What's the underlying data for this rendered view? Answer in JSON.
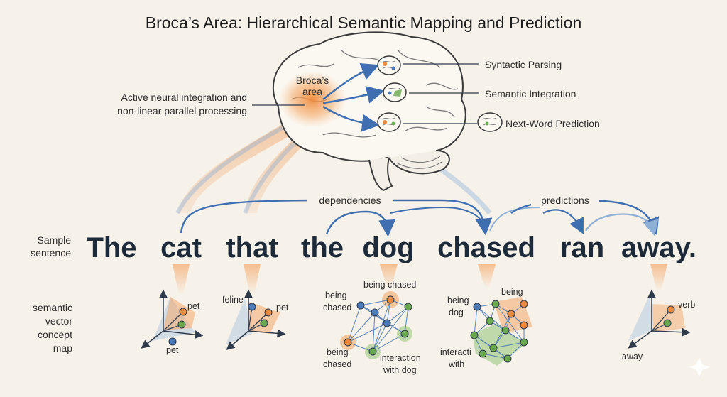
{
  "title": "Broca’s Area: Hierarchical Semantic Mapping and Prediction",
  "brain": {
    "region_label_line1": "Broca’s",
    "region_label_line2": "area",
    "note_line1": "Active neural integration and",
    "note_line2": "non-linear parallel processing",
    "functions": [
      "Syntactic Parsing",
      "Semantic Integration",
      "Next-Word Prediction"
    ]
  },
  "row_labels": {
    "sentence_line1": "Sample",
    "sentence_line2": "sentence",
    "vector_line1": "semantic",
    "vector_line2": "vector",
    "vector_line3": "concept",
    "vector_line4": "map"
  },
  "sentence": [
    "The",
    "cat",
    "that",
    "the",
    "dog",
    "chased",
    "ran",
    "away."
  ],
  "arc_labels": {
    "dependencies": "dependencies",
    "predictions": "predictions"
  },
  "concept_maps": {
    "cat": {
      "label_a": "pet",
      "label_b": "pet"
    },
    "that": {
      "label_a": "feline",
      "label_b": "pet"
    },
    "dog": {
      "label_a": "being chased",
      "label_b_line1": "being",
      "label_b_line2": "chased",
      "label_c_line1": "being",
      "label_c_line2": "chased",
      "label_d_line1": "interaction",
      "label_d_line2": "with dog"
    },
    "chased": {
      "label_a": "being",
      "label_b_line1": "being",
      "label_b_line2": "dog",
      "label_c_line1": "interacti",
      "label_c_line2": "with"
    },
    "away": {
      "label_a": "verb",
      "label_b": "away"
    }
  },
  "colors": {
    "orange": "#e98a3e",
    "blue": "#4a7ab8",
    "green": "#6aa84f",
    "text": "#1c2a3a"
  }
}
